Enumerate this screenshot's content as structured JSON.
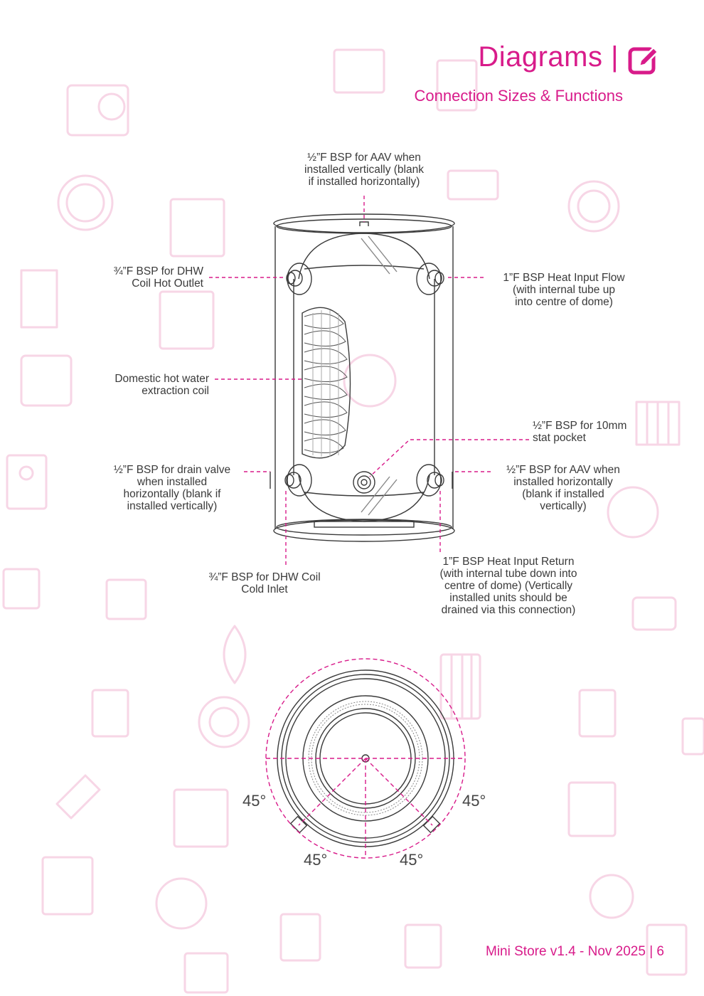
{
  "header": {
    "title": "Diagrams |",
    "subtitle": "Connection Sizes & Functions"
  },
  "labels": {
    "top_aav": "½”F BSP for AAV when\ninstalled vertically (blank\nif installed horizontally)",
    "dhw_hot_outlet": "¾”F BSP for DHW\nCoil Hot Outlet",
    "heat_flow": "1”F BSP Heat Input Flow\n(with internal tube up\ninto centre of dome)",
    "dhw_coil": "Domestic hot water\nextraction coil",
    "stat_pocket": "½”F BSP for 10mm\nstat pocket",
    "drain_valve": "½”F BSP for drain valve\nwhen installed\nhorizontally (blank if\ninstalled vertically)",
    "aav_horizontal": "½”F BSP for AAV when\ninstalled horizontally\n(blank if installed\nvertically)",
    "dhw_cold_inlet": "¾”F BSP for DHW Coil\nCold Inlet",
    "heat_return": "1”F BSP Heat Input Return\n(with internal tube down into\ncentre of dome) (Vertically\ninstalled units should be\ndrained via this connection)"
  },
  "angles": [
    "45°",
    "45°",
    "45°",
    "45°"
  ],
  "footer": "Mini Store v1.4 - Nov 2025 | 6",
  "colors": {
    "accent": "#d81b8a",
    "pattern": "#f7d6e6",
    "line": "#3a3a3a"
  },
  "icons": [
    "edit-icon"
  ]
}
